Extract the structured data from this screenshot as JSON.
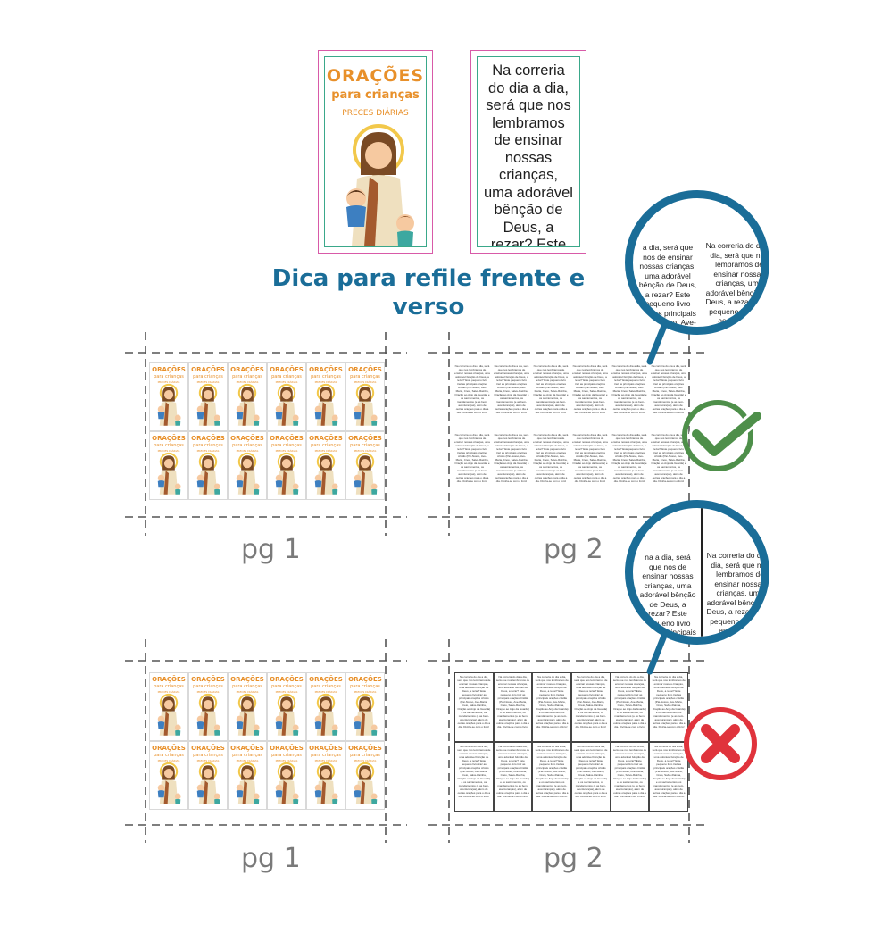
{
  "cover": {
    "title": "ORAÇÕES",
    "subtitle": "para crianças",
    "tagline": "PRECES DIÁRIAS"
  },
  "back_card_text": "Na correria do dia a dia, será que nos lembramos de ensinar nossas crianças, uma adorável bênção de Deus, a rezar? Este pequeno livro traz as",
  "headline": "Dica para refile frente e verso",
  "page_labels": {
    "top_left": "pg 1",
    "top_right": "pg 2",
    "bottom_left": "pg 1",
    "bottom_right": "pg 2"
  },
  "mini_back_text": "Na correria do dia a dia, será que nos lembramos de ensinar nossas crianças, uma adorável bênção de Deus, a rezar? Este pequeno livro traz as principais orações cristãs (Pai-Nosso, Ave-Maria, Creio, Salve-Rainha, Oração ao Anjo da Guarda) e os sacramentos, os mandamentos (e as bem-aventuranças), além de outras orações para o dia a dia. Divirta-se com o livro!",
  "magnifier_top": {
    "left_col": "a dia, será que nos de ensinar nossas crianças, uma adorável bênção de Deus, a rezar? Este pequeno livro traz as principais (Pai-Nosso, Ave-Salve-Rainha, Anjo da Guarda) e os sacramentos, os (bem-aventuranças), além de outras orações para o dia a dia",
    "right_col": "Na correria do dia a dia, será que nos lembramos de ensinar nossas crianças, uma adorável bênção de Deus, a rezar? Este pequeno livro traz as principais orações cristãs (Pai-Nosso, Ave-Maria, Creio, Salve-Rainha, Oração ao Anjo da Guarda) e os sacramentos, os mandamentos (e as bem-aventuranças), além de outras orações para o dia a dia. Divirta-se"
  },
  "magnifier_bottom": {
    "left_col": "na a dia, será que nos de ensinar nossas crianças, uma adorável bênção de Deus, a rezar? Este pequeno livro traz as principais (Pai-Nosso, Ave-Salve-Rainha, Anjo da Guarda) e os sacramentos, os (bem-aventuranças), além",
    "right_col": "Na correria do dia a dia, será que nos lembramos de ensinar nossas crianças, uma adorável bênção de Deus, a rezar? Este pequeno livro traz as principais orações cristãs (Pai-Nosso, Ave-Maria, Creio, Salve-Rainha, Oração ao Anjo da Guarda) e os sacramentos, os mandamentos"
  },
  "colors": {
    "accent_blue": "#1a6d98",
    "cover_orange": "#e8902a",
    "ok_green": "#4e8f4a",
    "error_red": "#e0333c",
    "label_gray": "#7a7a7a"
  },
  "icons": {
    "correct": "check-circle-icon",
    "wrong": "x-circle-icon"
  }
}
